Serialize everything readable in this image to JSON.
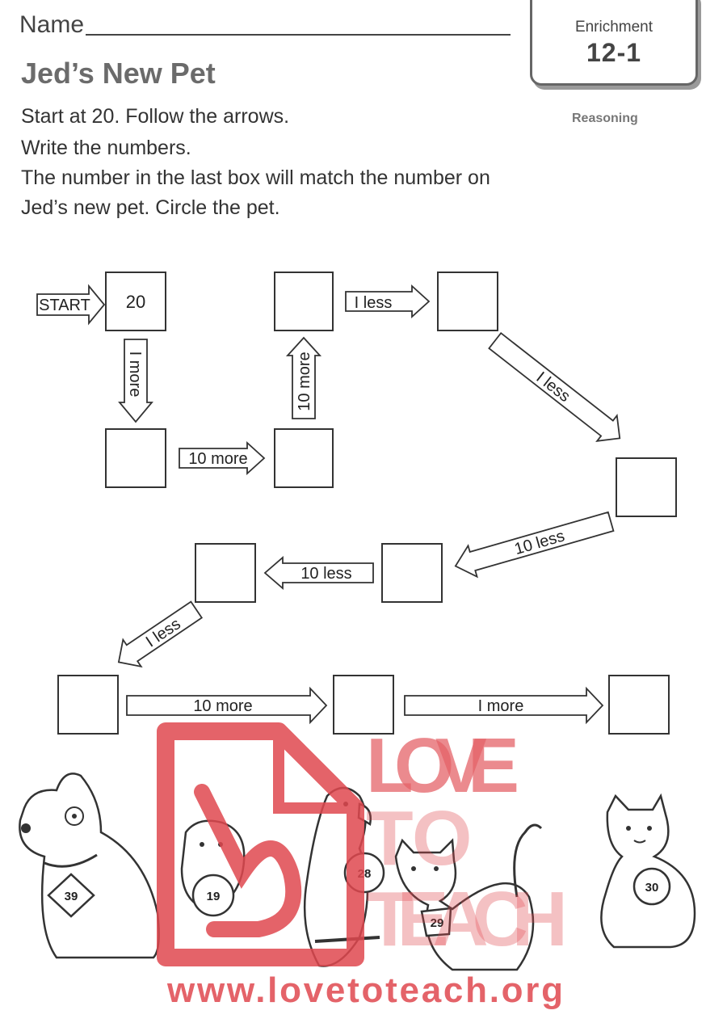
{
  "header": {
    "name_label": "Name",
    "badge_label": "Enrichment",
    "badge_number": "12-1",
    "skill": "Reasoning"
  },
  "title": "Jed’s New Pet",
  "instructions": [
    "Start at 20. Follow the arrows.",
    "Write the numbers.",
    "The number in the last box will match the number on",
    "Jed’s new pet. Circle the pet."
  ],
  "flow": {
    "start_label": "START",
    "start_value": "20",
    "arrows": {
      "a1": "I more",
      "a2": "10 more",
      "a3": "10 more",
      "a4": "I less",
      "a5": "I less",
      "a6": "10 less",
      "a7": "10 less",
      "a8": "I less",
      "a9": "10 more",
      "a10": "I more"
    }
  },
  "pets": [
    {
      "animal": "dog",
      "tag": "39"
    },
    {
      "animal": "hamster",
      "tag": "19"
    },
    {
      "animal": "parrot",
      "tag": "28"
    },
    {
      "animal": "cat",
      "tag": "29"
    },
    {
      "animal": "cat",
      "tag": "30"
    }
  ],
  "watermark": {
    "line1": "LOVE",
    "line2": "TO",
    "line3": "TEACH",
    "url": "www.lovetoteach.org",
    "color": "#e0484f"
  }
}
